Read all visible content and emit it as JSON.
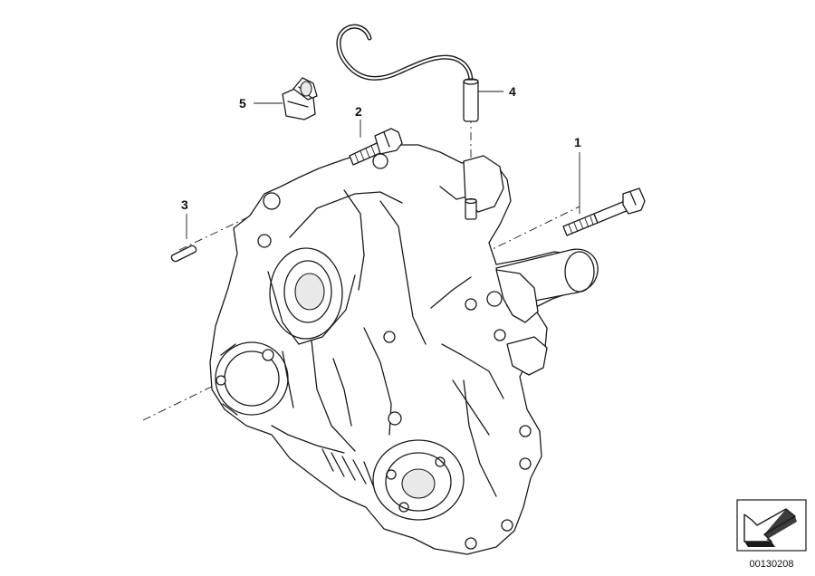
{
  "callouts": [
    {
      "id": "1",
      "text": "1"
    },
    {
      "id": "2",
      "text": "2"
    },
    {
      "id": "3",
      "text": "3"
    },
    {
      "id": "4",
      "text": "4"
    },
    {
      "id": "5",
      "text": "5"
    }
  ],
  "reference_number": "00130208",
  "colors": {
    "line": "#1a1a1a",
    "background": "#ffffff"
  }
}
